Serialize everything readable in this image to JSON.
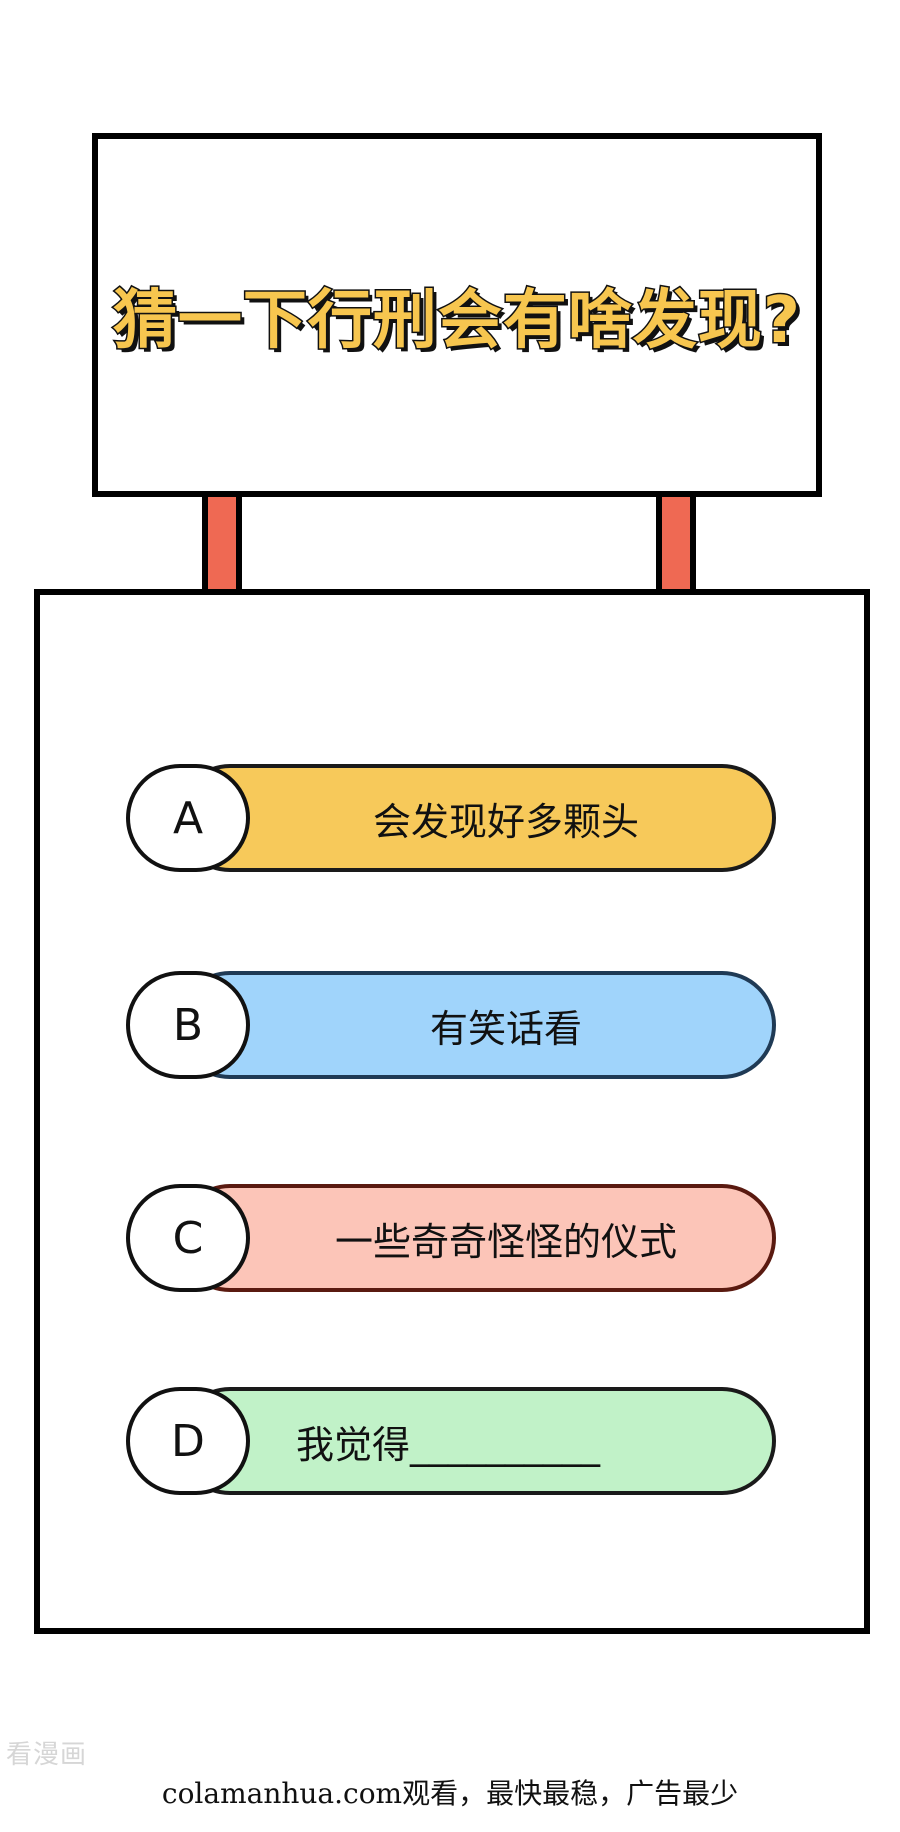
{
  "sign": {
    "title": "猜一下行刑会有啥发现?"
  },
  "colors": {
    "title_fill": "#f7c64f",
    "post": "#ef6953",
    "option_a": "#f7c95a",
    "option_b": "#a0d4fb",
    "option_c": "#fcc5b8",
    "option_d": "#c1f2c8"
  },
  "options": [
    {
      "letter": "A",
      "text": "会发现好多颗头"
    },
    {
      "letter": "B",
      "text": "有笑话看"
    },
    {
      "letter": "C",
      "text": "一些奇奇怪怪的仪式"
    },
    {
      "letter": "D",
      "text": "我觉得__________"
    }
  ],
  "footer": {
    "watermark": "看漫画",
    "site_text": "colamanhua.com观看，最快最稳，广告最少"
  }
}
